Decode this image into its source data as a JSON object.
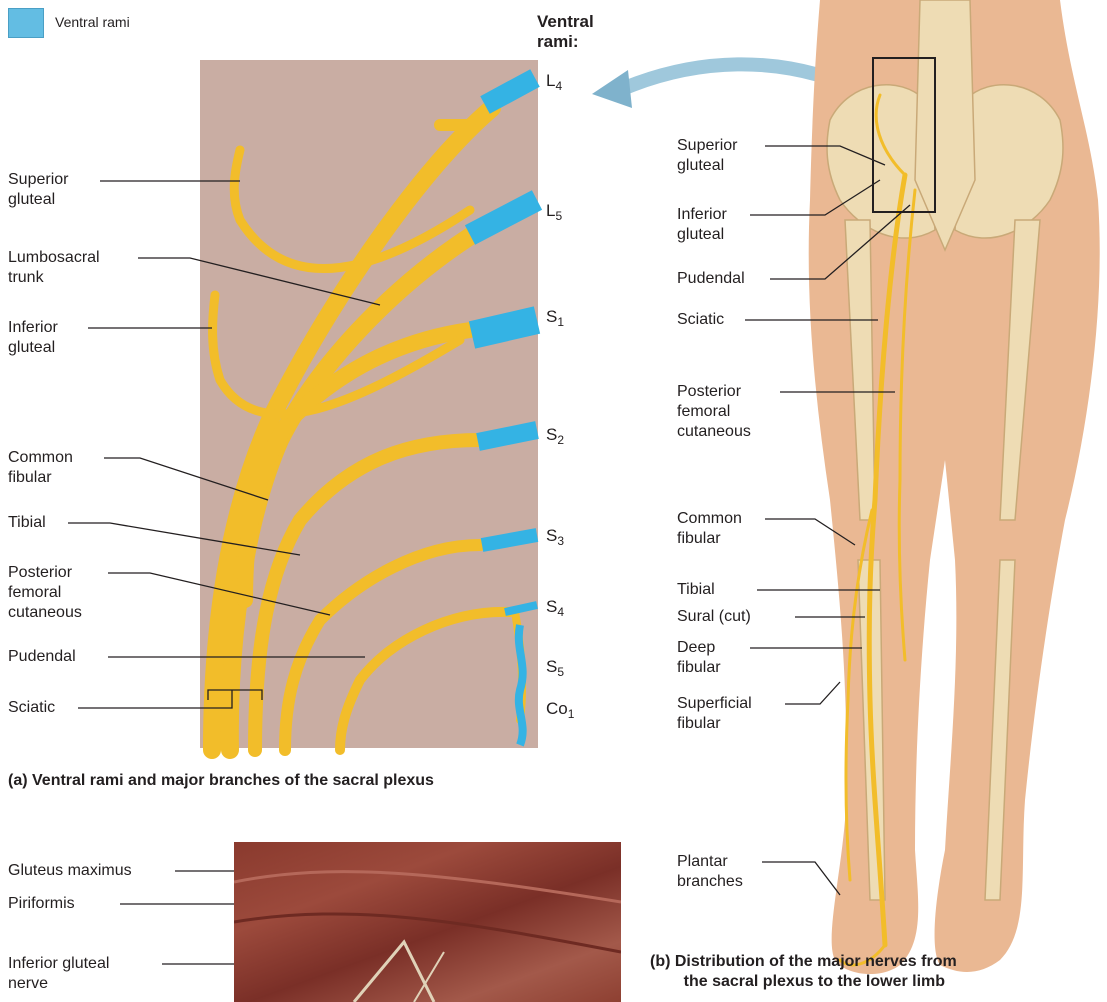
{
  "legend": {
    "label": "Ventral rami",
    "color": "#63bde3"
  },
  "panel_a": {
    "header": {
      "line1": "Ventral",
      "line2": "rami:"
    },
    "rami": [
      {
        "base": "L",
        "sub": "4"
      },
      {
        "base": "L",
        "sub": "5"
      },
      {
        "base": "S",
        "sub": "1"
      },
      {
        "base": "S",
        "sub": "2"
      },
      {
        "base": "S",
        "sub": "3"
      },
      {
        "base": "S",
        "sub": "4"
      },
      {
        "base": "S",
        "sub": "5"
      },
      {
        "base": "Co",
        "sub": "1"
      }
    ],
    "labels": [
      {
        "line1": "Superior",
        "line2": "gluteal"
      },
      {
        "line1": "Lumbosacral",
        "line2": "trunk"
      },
      {
        "line1": "Inferior",
        "line2": "gluteal"
      },
      {
        "line1": "Common",
        "line2": "fibular"
      },
      {
        "line1": "Tibial",
        "line2": ""
      },
      {
        "line1": "Posterior",
        "line2": "femoral",
        "line3": "cutaneous"
      },
      {
        "line1": "Pudendal",
        "line2": ""
      },
      {
        "line1": "Sciatic",
        "line2": ""
      }
    ],
    "caption": "(a) Ventral rami and major branches of the sacral plexus"
  },
  "panel_b": {
    "labels": [
      {
        "line1": "Superior",
        "line2": "gluteal"
      },
      {
        "line1": "Inferior",
        "line2": "gluteal"
      },
      {
        "line1": "Pudendal",
        "line2": ""
      },
      {
        "line1": "Sciatic",
        "line2": ""
      },
      {
        "line1": "Posterior",
        "line2": "femoral",
        "line3": "cutaneous"
      },
      {
        "line1": "Common",
        "line2": "fibular"
      },
      {
        "line1": "Tibial",
        "line2": ""
      },
      {
        "line1": "Sural (cut)",
        "line2": ""
      },
      {
        "line1": "Deep",
        "line2": "fibular"
      },
      {
        "line1": "Superficial",
        "line2": "fibular"
      },
      {
        "line1": "Plantar",
        "line2": "branches"
      }
    ],
    "caption": {
      "line1": "(b) Distribution of the major nerves from",
      "line2": "the sacral plexus to the lower limb"
    }
  },
  "panel_c": {
    "labels": [
      {
        "text": "Gluteus maximus"
      },
      {
        "text": "Piriformis"
      },
      {
        "line1": "Inferior gluteal",
        "line2": "nerve"
      }
    ]
  },
  "colors": {
    "nerve": "#f7c531",
    "nerve_dark": "#d99e12",
    "ramus": "#34b3e4",
    "panel_bg": "#c9ada3",
    "skin": "#e9b896"
  }
}
